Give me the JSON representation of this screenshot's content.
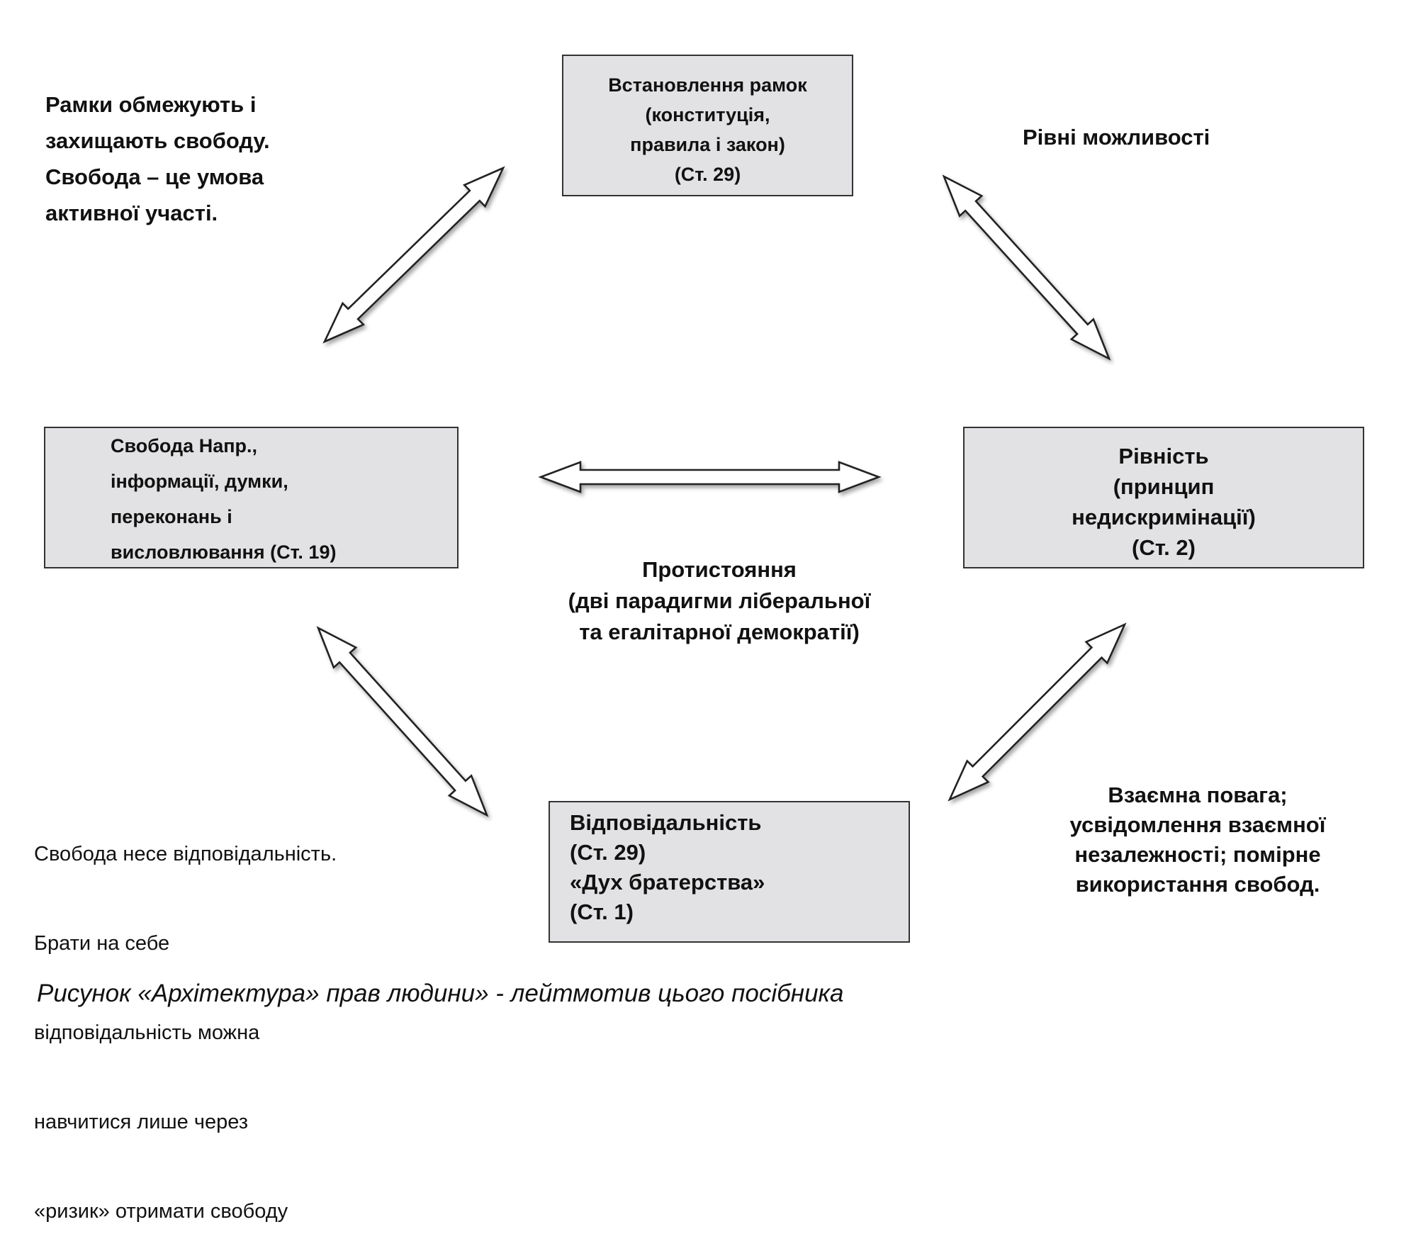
{
  "boxes": {
    "top": {
      "lines": [
        "Встановлення рамок",
        "(конституція,",
        "правила і закон)",
        "(Ст. 29)"
      ]
    },
    "left": {
      "lines": [
        "Свобода Напр.,",
        "інформації, думки,",
        "переконань і",
        "висловлювання (Ст. 19)"
      ]
    },
    "right": {
      "lines": [
        "Рівність",
        "(принцип",
        "недискримінації)",
        "(Ст. 2)"
      ]
    },
    "bottom": {
      "lines": [
        "Відповідальність",
        "(Ст. 29)",
        "«Дух братерства»",
        "(Ст. 1)"
      ]
    }
  },
  "notes": {
    "top_left": {
      "lines": [
        "Рамки обмежують і",
        "захищають свободу.",
        "Свобода – це умова",
        "активної участі."
      ]
    },
    "top_right": {
      "lines": [
        "Рівні можливості"
      ]
    },
    "center": {
      "lines": [
        "Протистояння",
        "(дві парадигми ліберальної",
        "та егалітарної демократії)"
      ]
    },
    "bottom_left": {
      "lines": [
        "Свобода несе відповідальність.",
        " Брати на себе",
        "відповідальність можна",
        "навчитися лише через",
        "«ризик» отримати свободу"
      ]
    },
    "bottom_right": {
      "lines": [
        "Взаємна повага;",
        "усвідомлення взаємної",
        "незалежності; помірне",
        "використання свобод."
      ]
    }
  },
  "caption": "Рисунок «Архітектура» прав людини» - лейтмотив цього посібника"
}
